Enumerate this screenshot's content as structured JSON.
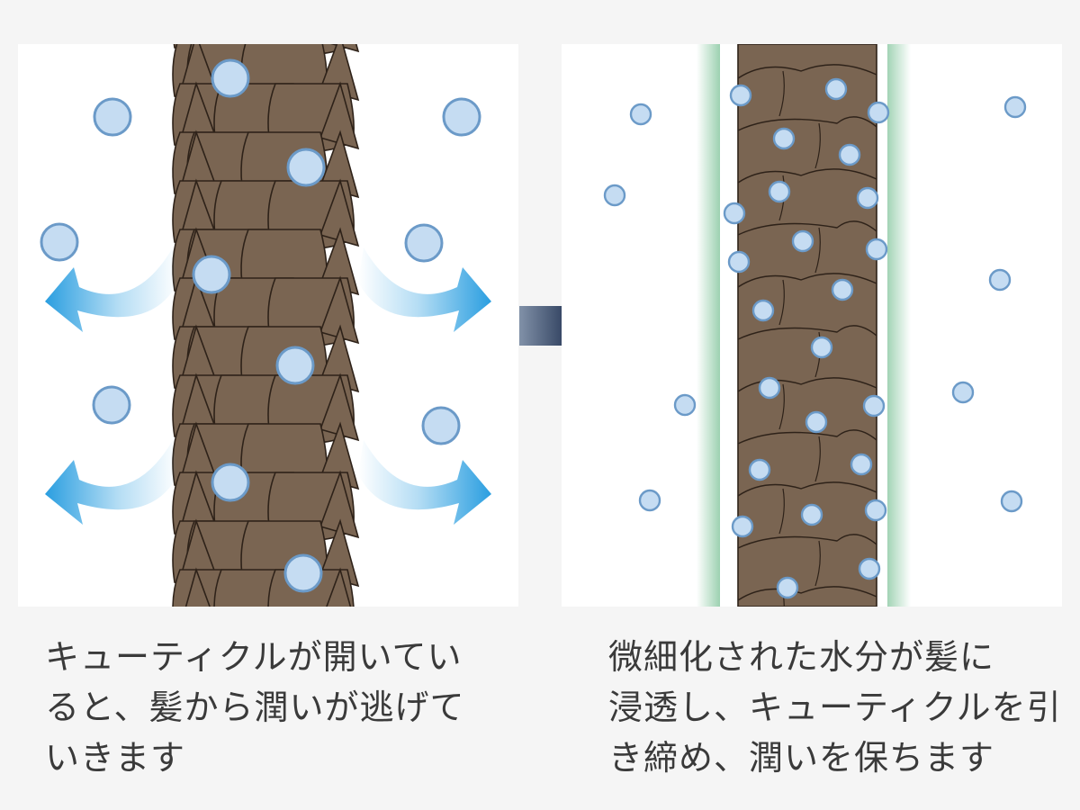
{
  "captions": {
    "left": {
      "lines": [
        "キューティクルが開いてい",
        "ると、髪から潤いが逃げて",
        "いきます"
      ]
    },
    "right": {
      "lines": [
        "微細化された水分が髪に",
        "浸透し、キューティクルを引",
        "き締め、潤いを保ちます"
      ]
    }
  },
  "colors": {
    "background": "#f5f5f5",
    "panel": "#ffffff",
    "hair": "#7a6552",
    "hair_outline": "#2e2219",
    "droplet_fill": "#c5dcf2",
    "droplet_stroke": "#6b9ac8",
    "flow_arrow": "#2a9ee0",
    "glow": "#2f9e5a",
    "center_arrow_dark": "#13223e",
    "caption_text": "#3a3a3a"
  },
  "icons": {
    "left_panel": [
      "hair-strand-icon",
      "water-droplet-icon",
      "escape-arrow-icon"
    ],
    "right_panel": [
      "hair-strand-icon",
      "water-droplet-icon",
      "glow-outline-icon"
    ],
    "center": "right-arrow-icon"
  }
}
